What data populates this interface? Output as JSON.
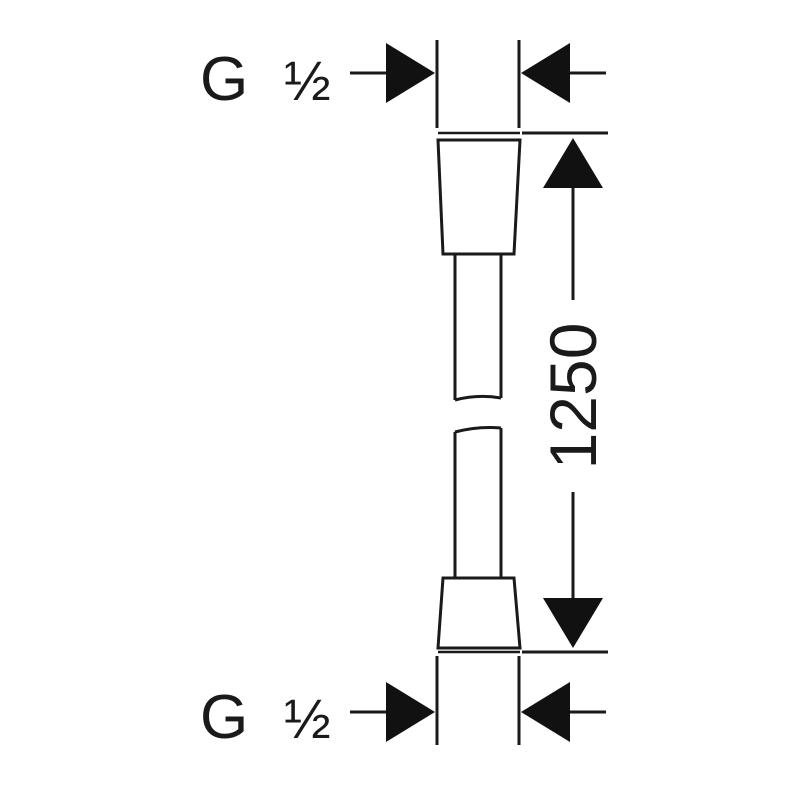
{
  "top_thread_label": {
    "letter": "G",
    "size": "½"
  },
  "bottom_thread_label": {
    "letter": "G",
    "size": "½"
  },
  "length_dimension": "1250",
  "colors": {
    "line": "#1a1a1a",
    "background": "#ffffff"
  }
}
